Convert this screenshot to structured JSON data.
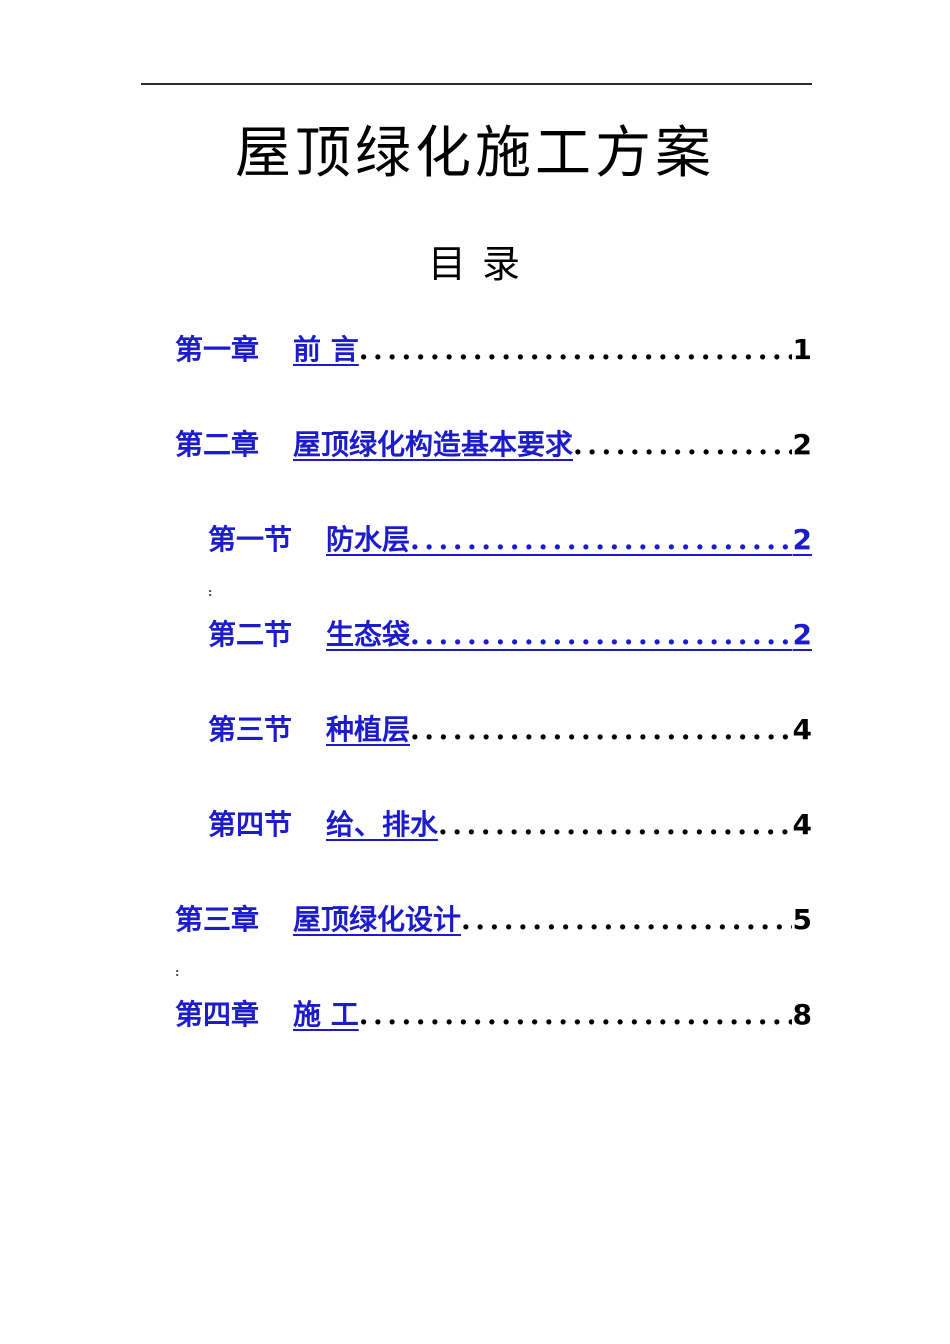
{
  "document": {
    "title": "屋顶绿化施工方案",
    "toc_heading": "目    录",
    "accent_color": "#1c1ccc",
    "rule_color": "#2b2b33",
    "background_color": "#ffffff",
    "page_text_color": "#000000"
  },
  "toc": {
    "entries": [
      {
        "level": "chapter",
        "number": "第一章",
        "title": "前  言",
        "leader": "..................................",
        "page": "1",
        "link_color": "#1c1ccc",
        "leader_color": "#000000",
        "artifact": null
      },
      {
        "level": "chapter",
        "number": "第二章",
        "title": "屋顶绿化构造基本要求",
        "leader": "........",
        "page": "2",
        "link_color": "#1c1ccc",
        "leader_color": "#000000",
        "artifact": null
      },
      {
        "level": "section",
        "number": "第一节",
        "title": "防水层",
        "leader": "...............................",
        "page": "2",
        "link_color": "#1c1ccc",
        "leader_color": "#1c1ccc",
        "artifact": null
      },
      {
        "level": "section",
        "number": "第二节",
        "title": "生态袋",
        "leader": "...............................",
        "page": "2",
        "link_color": "#1c1ccc",
        "leader_color": "#1c1ccc",
        "artifact": ":"
      },
      {
        "level": "section",
        "number": "第三节",
        "title": "种植层",
        "leader": "...............................",
        "page": "4",
        "link_color": "#1c1ccc",
        "leader_color": "#000000",
        "artifact": null
      },
      {
        "level": "section",
        "number": "第四节",
        "title": "给、排水",
        "leader": "..........................",
        "page": "4",
        "link_color": "#1c1ccc",
        "leader_color": "#000000",
        "artifact": null
      },
      {
        "level": "chapter",
        "number": "第三章",
        "title": "屋顶绿化设计",
        "leader": "......................",
        "page": "5",
        "link_color": "#1c1ccc",
        "leader_color": "#000000",
        "artifact": null
      },
      {
        "level": "chapter",
        "number": "第四章",
        "title": "施  工",
        "leader": "...............................",
        "page": "8",
        "link_color": "#1c1ccc",
        "leader_color": "#000000",
        "artifact": ":"
      }
    ]
  }
}
